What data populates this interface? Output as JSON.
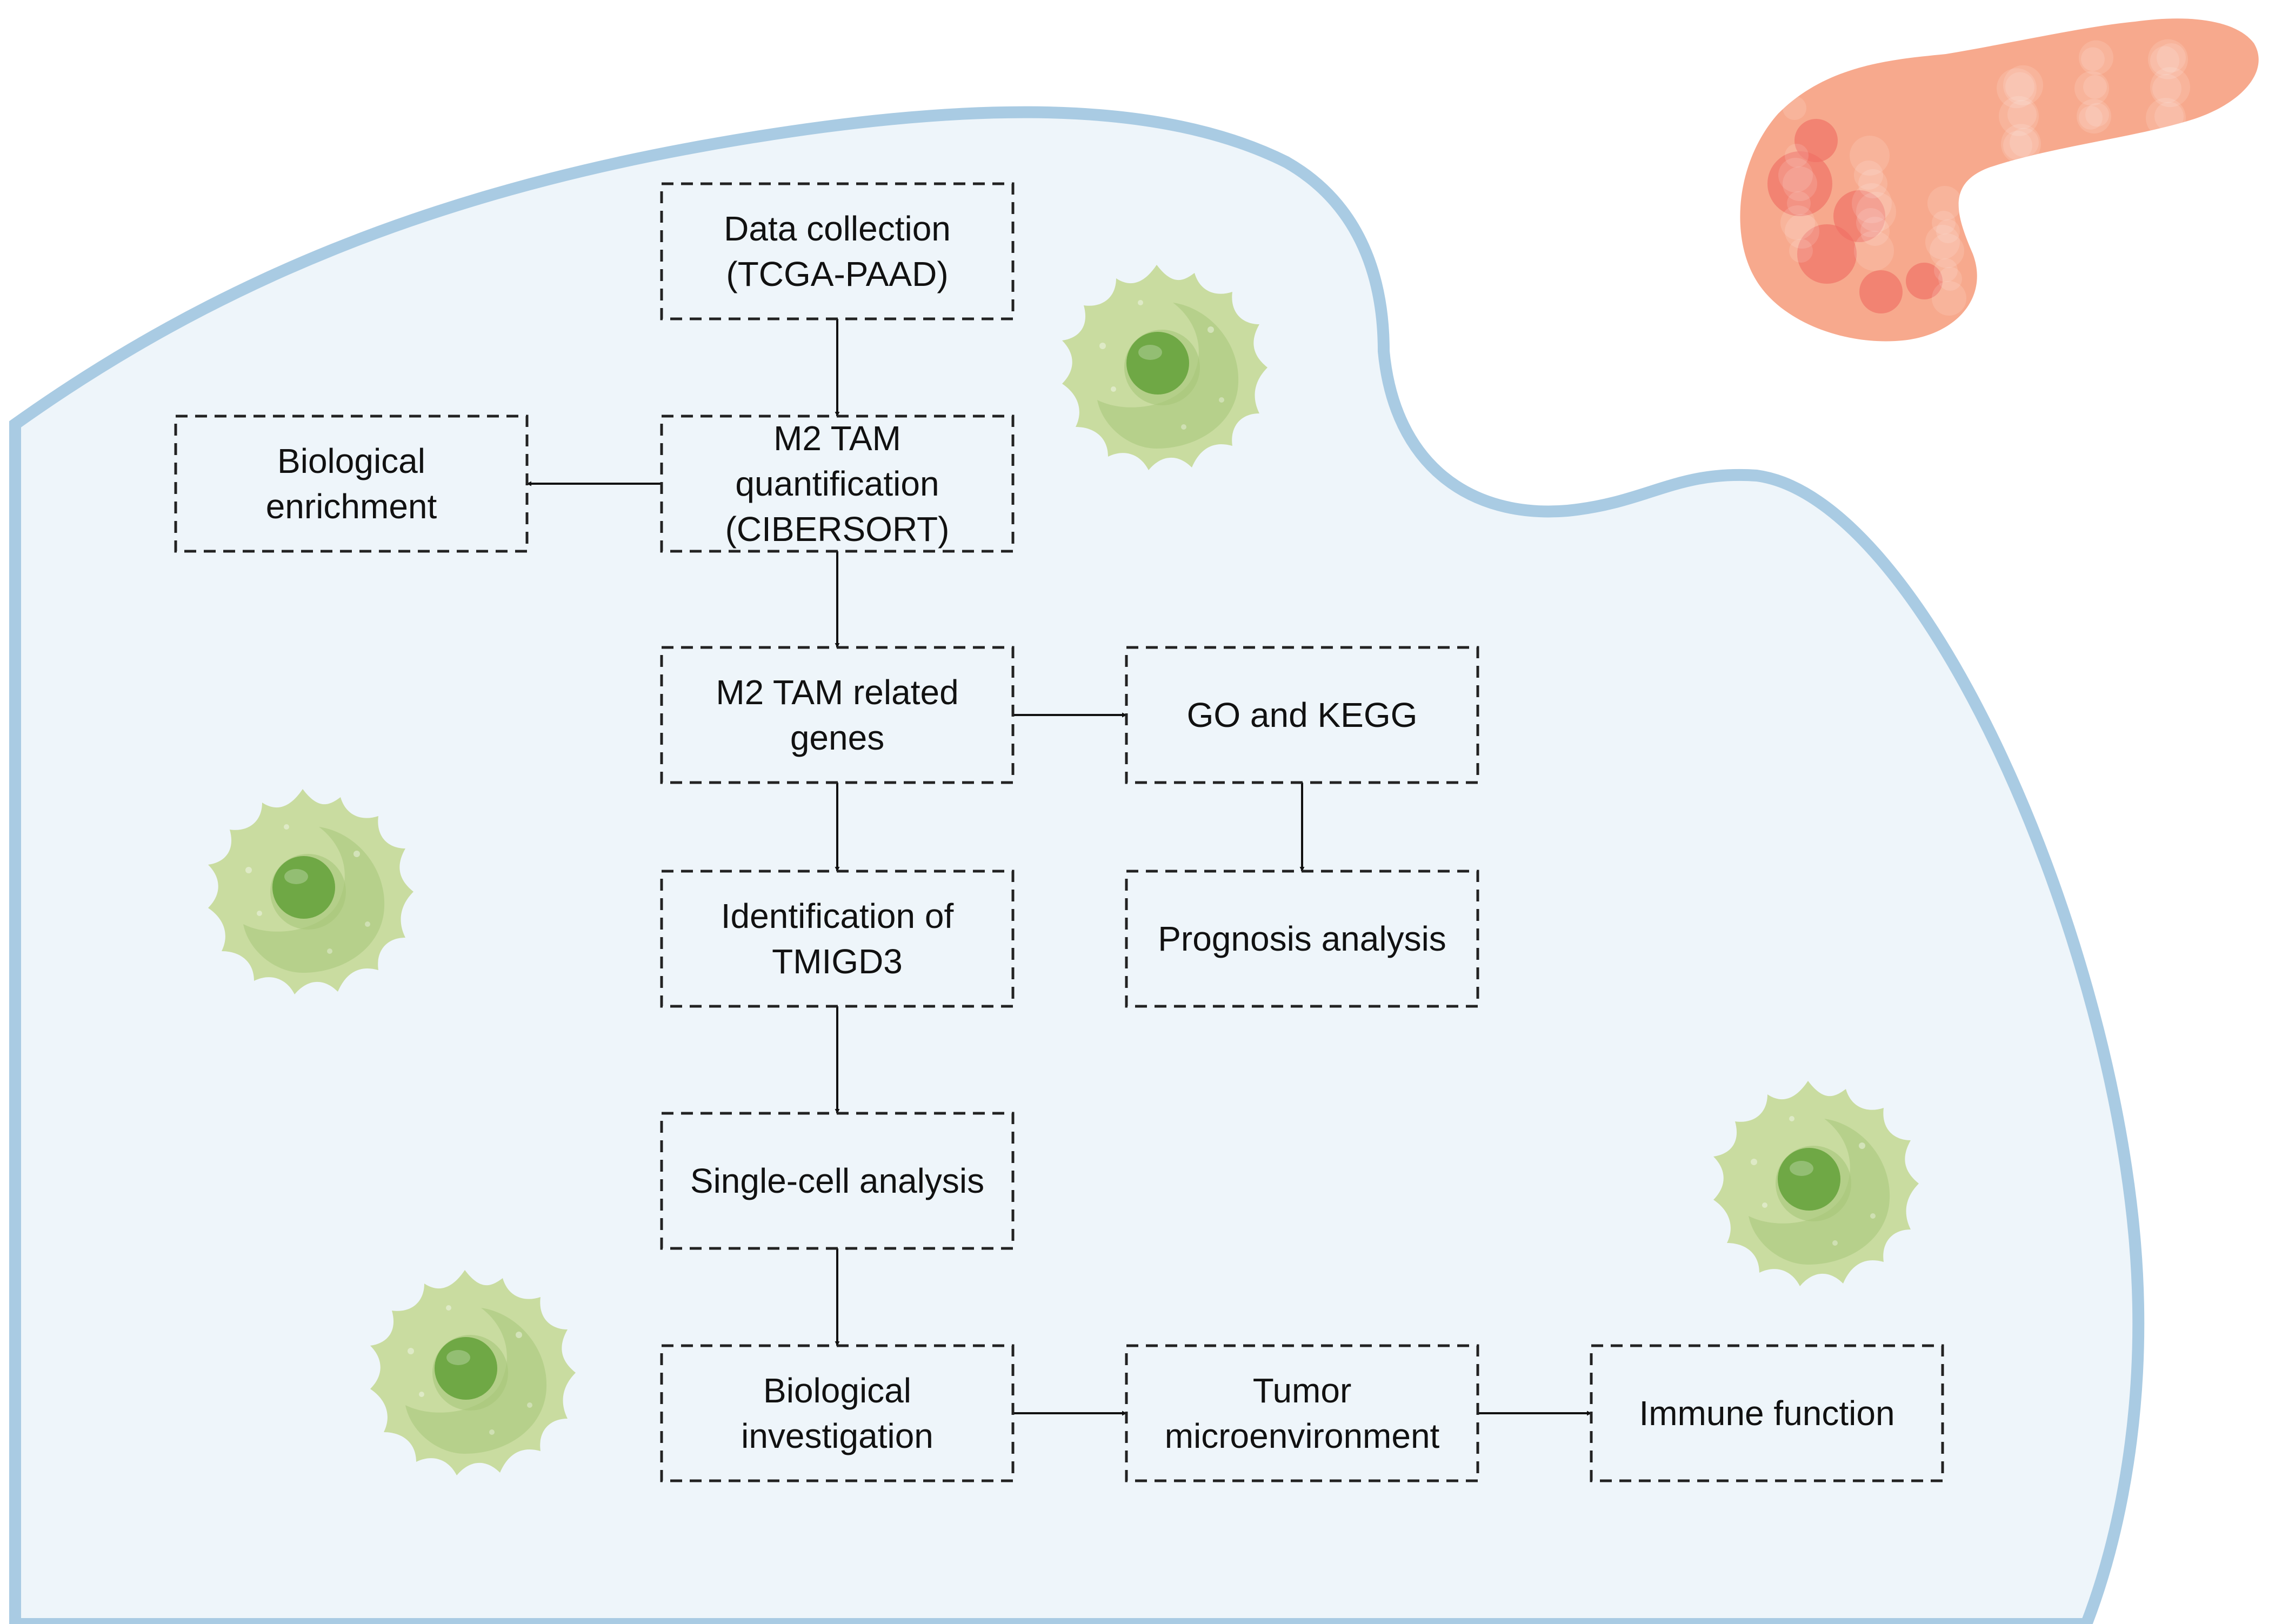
{
  "colors": {
    "cell_fill": "#eef5fa",
    "cell_outline": "#a9cbe3",
    "box_stroke": "#222222",
    "arrow": "#111111",
    "macrophage_light": "#c9dca0",
    "macrophage_mid": "#a6c77a",
    "macrophage_nucleus": "#6fa845",
    "pancreas_light": "#f7a98d",
    "pancreas_dark": "#ef6f64"
  },
  "boxes": [
    {
      "id": "data-collection",
      "lines": [
        "Data collection",
        "(TCGA-PAAD)"
      ]
    },
    {
      "id": "m2-tam-quantification",
      "lines": [
        "M2 TAM",
        "quantification",
        "(CIBERSORT)"
      ]
    },
    {
      "id": "biological-enrichment",
      "lines": [
        "Biological",
        "enrichment"
      ]
    },
    {
      "id": "m2-tam-related-genes",
      "lines": [
        "M2 TAM related",
        "genes"
      ]
    },
    {
      "id": "go-and-kegg",
      "lines": [
        "GO and KEGG"
      ]
    },
    {
      "id": "identification-of-tmigd3",
      "lines": [
        "Identification of",
        "TMIGD3"
      ]
    },
    {
      "id": "prognosis-analysis",
      "lines": [
        "Prognosis analysis"
      ]
    },
    {
      "id": "single-cell-analysis",
      "lines": [
        "Single-cell analysis"
      ]
    },
    {
      "id": "biological-investigation",
      "lines": [
        "Biological",
        "investigation"
      ]
    },
    {
      "id": "tumor-microenvironment",
      "lines": [
        "Tumor",
        "microenvironment"
      ]
    },
    {
      "id": "immune-function",
      "lines": [
        "Immune function"
      ]
    }
  ],
  "arrows": [
    {
      "from": "data-collection",
      "to": "m2-tam-quantification"
    },
    {
      "from": "m2-tam-quantification",
      "to": "biological-enrichment"
    },
    {
      "from": "m2-tam-quantification",
      "to": "m2-tam-related-genes"
    },
    {
      "from": "m2-tam-related-genes",
      "to": "go-and-kegg"
    },
    {
      "from": "go-and-kegg",
      "to": "prognosis-analysis"
    },
    {
      "from": "m2-tam-related-genes",
      "to": "identification-of-tmigd3"
    },
    {
      "from": "identification-of-tmigd3",
      "to": "single-cell-analysis"
    },
    {
      "from": "single-cell-analysis",
      "to": "biological-investigation"
    },
    {
      "from": "biological-investigation",
      "to": "tumor-microenvironment"
    },
    {
      "from": "tumor-microenvironment",
      "to": "immune-function"
    }
  ],
  "icons": {
    "macrophage": "macrophage-icon",
    "pancreas": "pancreas-icon",
    "cell_boundary": "cell-boundary"
  }
}
